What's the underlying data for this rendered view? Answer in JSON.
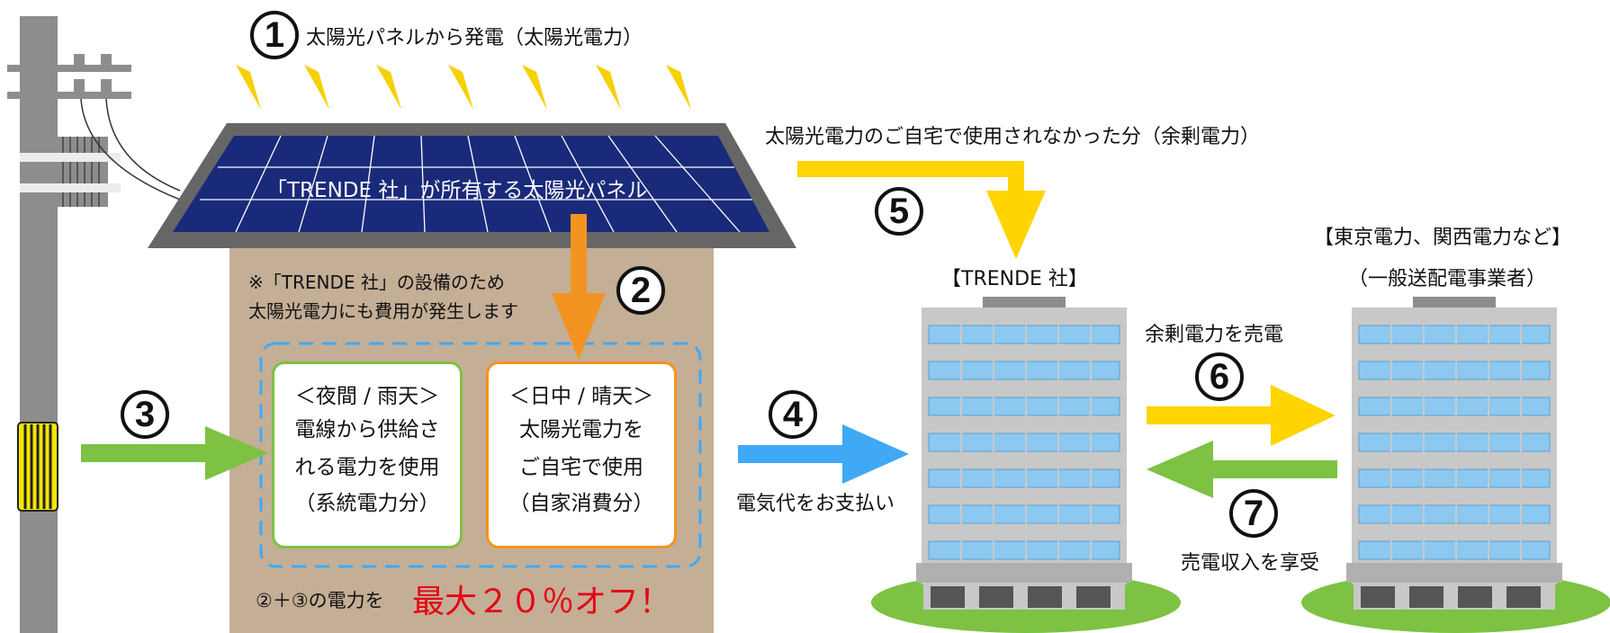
{
  "steps": {
    "s1": {
      "num": "1",
      "label": "太陽光パネルから発電（太陽光電力）"
    },
    "s2": {
      "num": "2"
    },
    "s3": {
      "num": "3"
    },
    "s4": {
      "num": "4",
      "label": "電気代をお支払い"
    },
    "s5": {
      "num": "5",
      "label": "太陽光電力のご自宅で使用されなかった分（余剰電力）"
    },
    "s6": {
      "num": "6",
      "label": "余剰電力を売電"
    },
    "s7": {
      "num": "7",
      "label": "売電収入を享受"
    }
  },
  "panel_label": "「TRENDE 社」が所有する太陽光パネル",
  "house_note": {
    "line1": "※「TRENDE 社」の設備のため",
    "line2": "太陽光電力にも費用が発生します"
  },
  "night_box": {
    "title": "＜夜間 / 雨天＞",
    "lines": [
      "電線から供給さ",
      "れる電力を使用",
      "（系統電力分）"
    ]
  },
  "day_box": {
    "title": "＜日中 / 晴天＞",
    "lines": [
      "太陽光電力を",
      "ご自宅で使用",
      "（自家消費分）"
    ]
  },
  "discount": {
    "prefix": "②＋③の電力を",
    "highlight": "最大２０％オフ！"
  },
  "trende": {
    "label": "【TRENDE 社】"
  },
  "utility": {
    "line1": "【東京電力、関西電力など】",
    "line2": "（一般送配電事業者）"
  },
  "colors": {
    "sun_ray": "#f7d000",
    "panel": "#1a2a7a",
    "roof": "#666666",
    "house": "#c4ae96",
    "orange": "#f39322",
    "green": "#7dc242",
    "blue": "#3fa9f5",
    "yellow": "#ffd400",
    "building_window": "#8cc8f0",
    "building_frame": "#c8c8c8",
    "ground": "#7dc242",
    "highlight_red": "#e60012"
  }
}
